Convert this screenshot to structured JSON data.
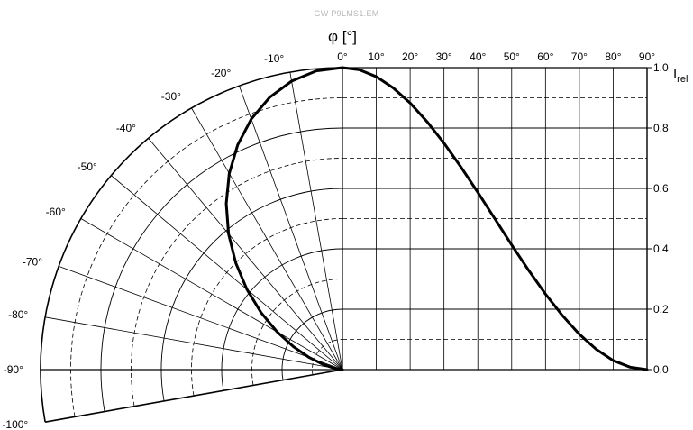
{
  "watermark": "GW P9LMS1.EM",
  "chart_data": {
    "type": "line",
    "title": "φ [°]",
    "ylabel": "I",
    "ylabel_sub": "rel",
    "xlabel": "",
    "grid": true,
    "polar": {
      "angle_labels": [
        "-100°",
        "-90°",
        "-80°",
        "-70°",
        "-60°",
        "-50°",
        "-40°",
        "-30°",
        "-20°",
        "-10°"
      ],
      "angle_values": [
        -100,
        -90,
        -80,
        -70,
        -60,
        -50,
        -40,
        -30,
        -20,
        -10
      ],
      "radius_range": [
        0,
        1.0
      ]
    },
    "cartesian": {
      "x_tick_labels": [
        "0°",
        "10°",
        "20°",
        "30°",
        "40°",
        "50°",
        "60°",
        "70°",
        "80°",
        "90°"
      ],
      "x_tick_values": [
        0,
        10,
        20,
        30,
        40,
        50,
        60,
        70,
        80,
        90
      ],
      "xlim": [
        0,
        90
      ],
      "y_tick_labels": [
        "0.0",
        "0.2",
        "0.4",
        "0.6",
        "0.8",
        "1.0"
      ],
      "y_tick_values": [
        0,
        0.2,
        0.4,
        0.6,
        0.8,
        1.0
      ],
      "ylim": [
        0,
        1.0
      ]
    },
    "series": [
      {
        "x": [
          0,
          5,
          10,
          15,
          20,
          25,
          30,
          35,
          40,
          45,
          50,
          55,
          60,
          65,
          70,
          75,
          80,
          85,
          90
        ],
        "y": [
          1.0,
          0.993,
          0.97,
          0.933,
          0.883,
          0.821,
          0.75,
          0.671,
          0.587,
          0.5,
          0.413,
          0.329,
          0.25,
          0.179,
          0.117,
          0.067,
          0.03,
          0.008,
          0.0
        ]
      }
    ]
  }
}
